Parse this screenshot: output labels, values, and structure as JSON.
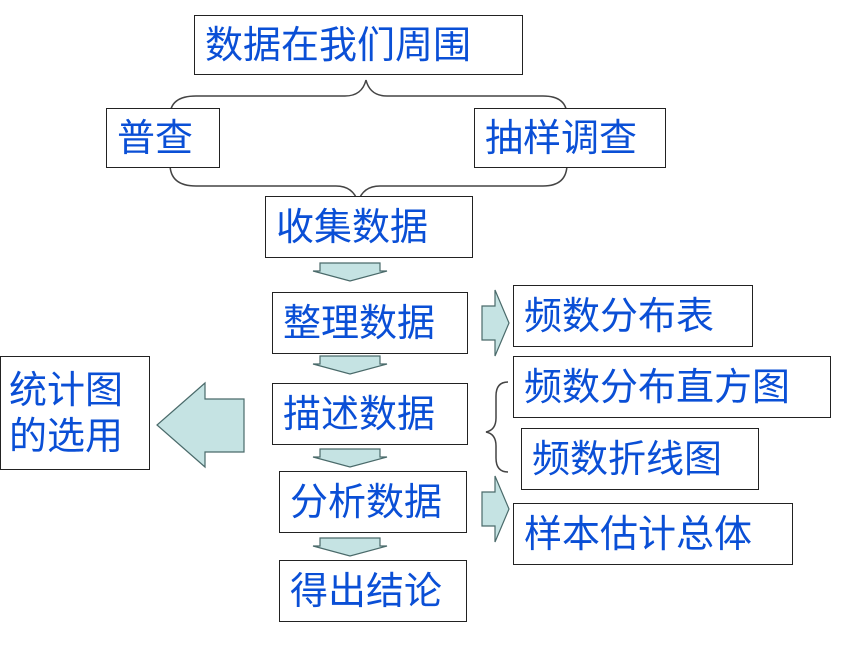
{
  "colors": {
    "text": "#0a4fd6",
    "arrow_fill": "#c5e3e3",
    "arrow_stroke": "#4a6a6a",
    "border": "#222222"
  },
  "top": {
    "title": "数据在我们周围"
  },
  "methods": {
    "census": "普查",
    "sampling": "抽样调查"
  },
  "steps": {
    "collect": "收集数据",
    "organize": "整理数据",
    "describe": "描述数据",
    "analyze": "分析数据",
    "conclude": "得出结论"
  },
  "outputs": {
    "freq_table": "频数分布表",
    "histogram": "频数分布直方图",
    "polygon": "频数折线图",
    "estimate": "样本估计总体"
  },
  "side": {
    "line1": "统计图",
    "line2": "的选用"
  }
}
